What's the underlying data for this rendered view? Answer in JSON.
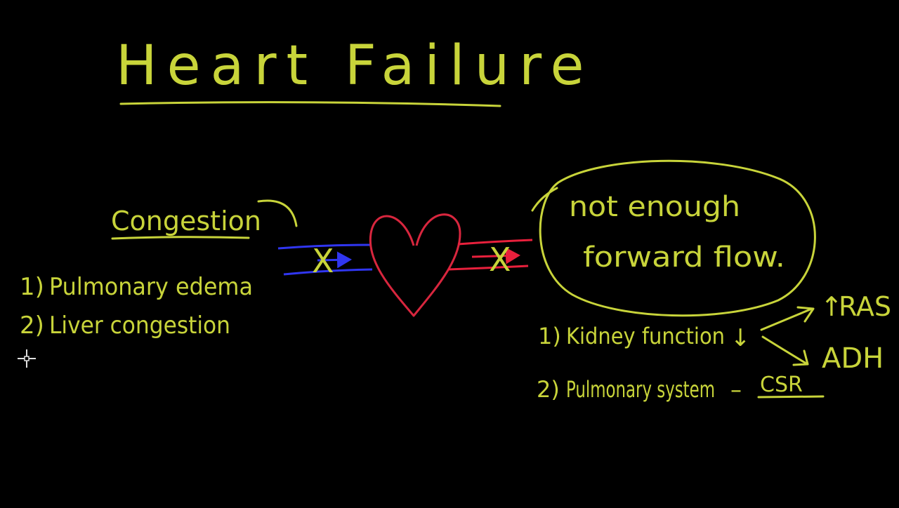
{
  "board": {
    "title": "Heart Failure",
    "colors": {
      "background": "#000000",
      "chalk_yellow": "#c8d43a",
      "heart_red": "#d8263e",
      "blood_blue": "#3036f0",
      "blood_red": "#e8203c",
      "cursor": "#e0e0e0"
    }
  },
  "left": {
    "heading": "Congestion",
    "items": [
      {
        "num": "1)",
        "text": "Pulmonary edema"
      },
      {
        "num": "2)",
        "text": "Liver congestion"
      }
    ]
  },
  "right": {
    "bubble_line1": "not enough",
    "bubble_line2": "forward flow.",
    "items": [
      {
        "num": "1)",
        "text": "Kidney function",
        "arrow": "↓"
      },
      {
        "num": "2)",
        "text": "Pulmonary system",
        "dash": "–",
        "term": "CSR"
      }
    ],
    "outcomes": [
      {
        "prefix": "↑",
        "text": "RAS"
      },
      {
        "prefix": "",
        "text": "ADH"
      }
    ]
  },
  "heart": {
    "blocked_mark_left": "X",
    "blocked_mark_right": "X"
  }
}
